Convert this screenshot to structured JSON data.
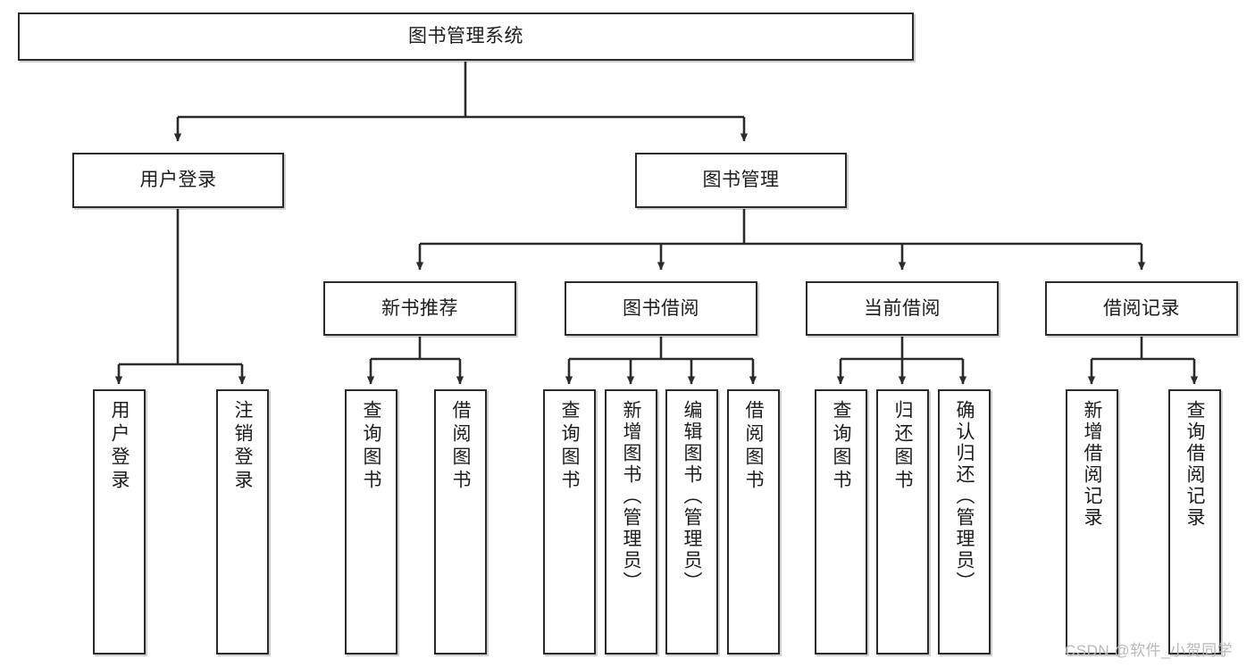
{
  "diagram": {
    "type": "tree-hierarchy",
    "title": "图书管理系统",
    "watermark": "CSDN @软件_小贺同学",
    "colors": {
      "stroke": "#2b2b2b",
      "text": "#1d1d1d",
      "background": "#ffffff",
      "watermark": "#b9b9b9"
    },
    "nodes": {
      "root": {
        "label": "图书管理系统"
      },
      "level2": [
        {
          "label": "用户登录"
        },
        {
          "label": "图书管理"
        }
      ],
      "level3": [
        {
          "label": "新书推荐"
        },
        {
          "label": "图书借阅"
        },
        {
          "label": "当前借阅"
        },
        {
          "label": "借阅记录"
        }
      ],
      "leaves": {
        "user_login": [
          {
            "label": "用户登录"
          },
          {
            "label": "注销登录"
          }
        ],
        "new_book_recommend": [
          {
            "label": "查询图书"
          },
          {
            "label": "借阅图书"
          }
        ],
        "book_borrow": [
          {
            "label": "查询图书"
          },
          {
            "label": "新增图书（管理员）"
          },
          {
            "label": "编辑图书（管理员）"
          },
          {
            "label": "借阅图书"
          }
        ],
        "current_borrow": [
          {
            "label": "查询图书"
          },
          {
            "label": "归还图书"
          },
          {
            "label": "确认归还（管理员）"
          }
        ],
        "borrow_record": [
          {
            "label": "新增借阅记录"
          },
          {
            "label": "查询借阅记录"
          }
        ]
      }
    }
  }
}
